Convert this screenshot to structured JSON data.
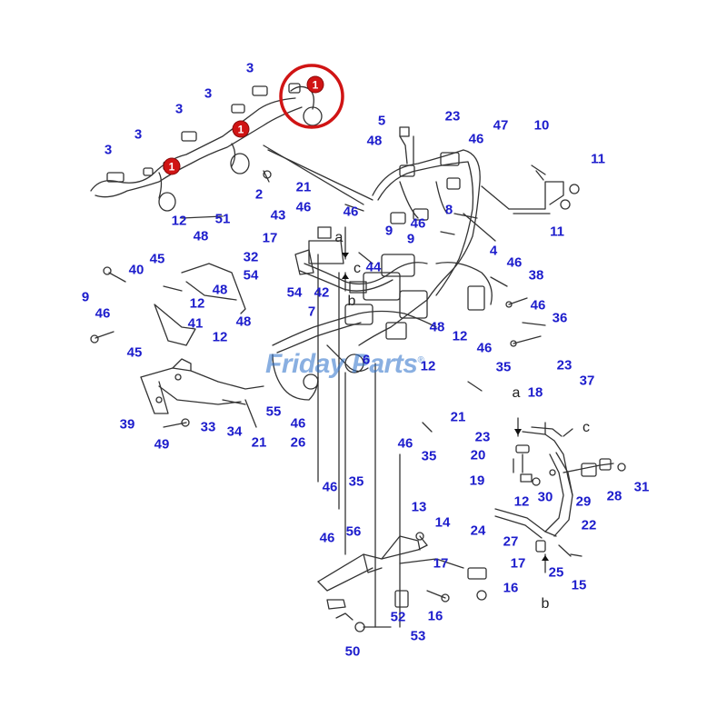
{
  "colors": {
    "label": "#1c1ccc",
    "highlight": "#d01414",
    "line": "#333333"
  },
  "watermark": {
    "text": "Friday Parts",
    "reg": "®"
  },
  "badges": [
    "1",
    "1",
    "1"
  ],
  "labels": [
    "3",
    "3",
    "3",
    "3",
    "3",
    "3",
    "2",
    "12",
    "51",
    "5",
    "48",
    "23",
    "47",
    "46",
    "10",
    "11",
    "11",
    "21",
    "46",
    "46",
    "9",
    "9",
    "46",
    "8",
    "43",
    "17",
    "4",
    "46",
    "38",
    "45",
    "48",
    "40",
    "32",
    "54",
    "9",
    "46",
    "12",
    "48",
    "48",
    "54",
    "42",
    "44",
    "41",
    "45",
    "12",
    "7",
    "46",
    "36",
    "48",
    "12",
    "46",
    "35",
    "12",
    "23",
    "37",
    "18",
    "39",
    "33",
    "34",
    "55",
    "21",
    "46",
    "21",
    "26",
    "23",
    "20",
    "49",
    "46",
    "35",
    "46",
    "35",
    "19",
    "12",
    "30",
    "29",
    "28",
    "31",
    "13",
    "14",
    "24",
    "22",
    "46",
    "56",
    "17",
    "27",
    "17",
    "25",
    "15",
    "16",
    "16",
    "52",
    "53",
    "50",
    "6"
  ],
  "letters": [
    "a",
    "b",
    "c",
    "a",
    "b",
    "c"
  ]
}
